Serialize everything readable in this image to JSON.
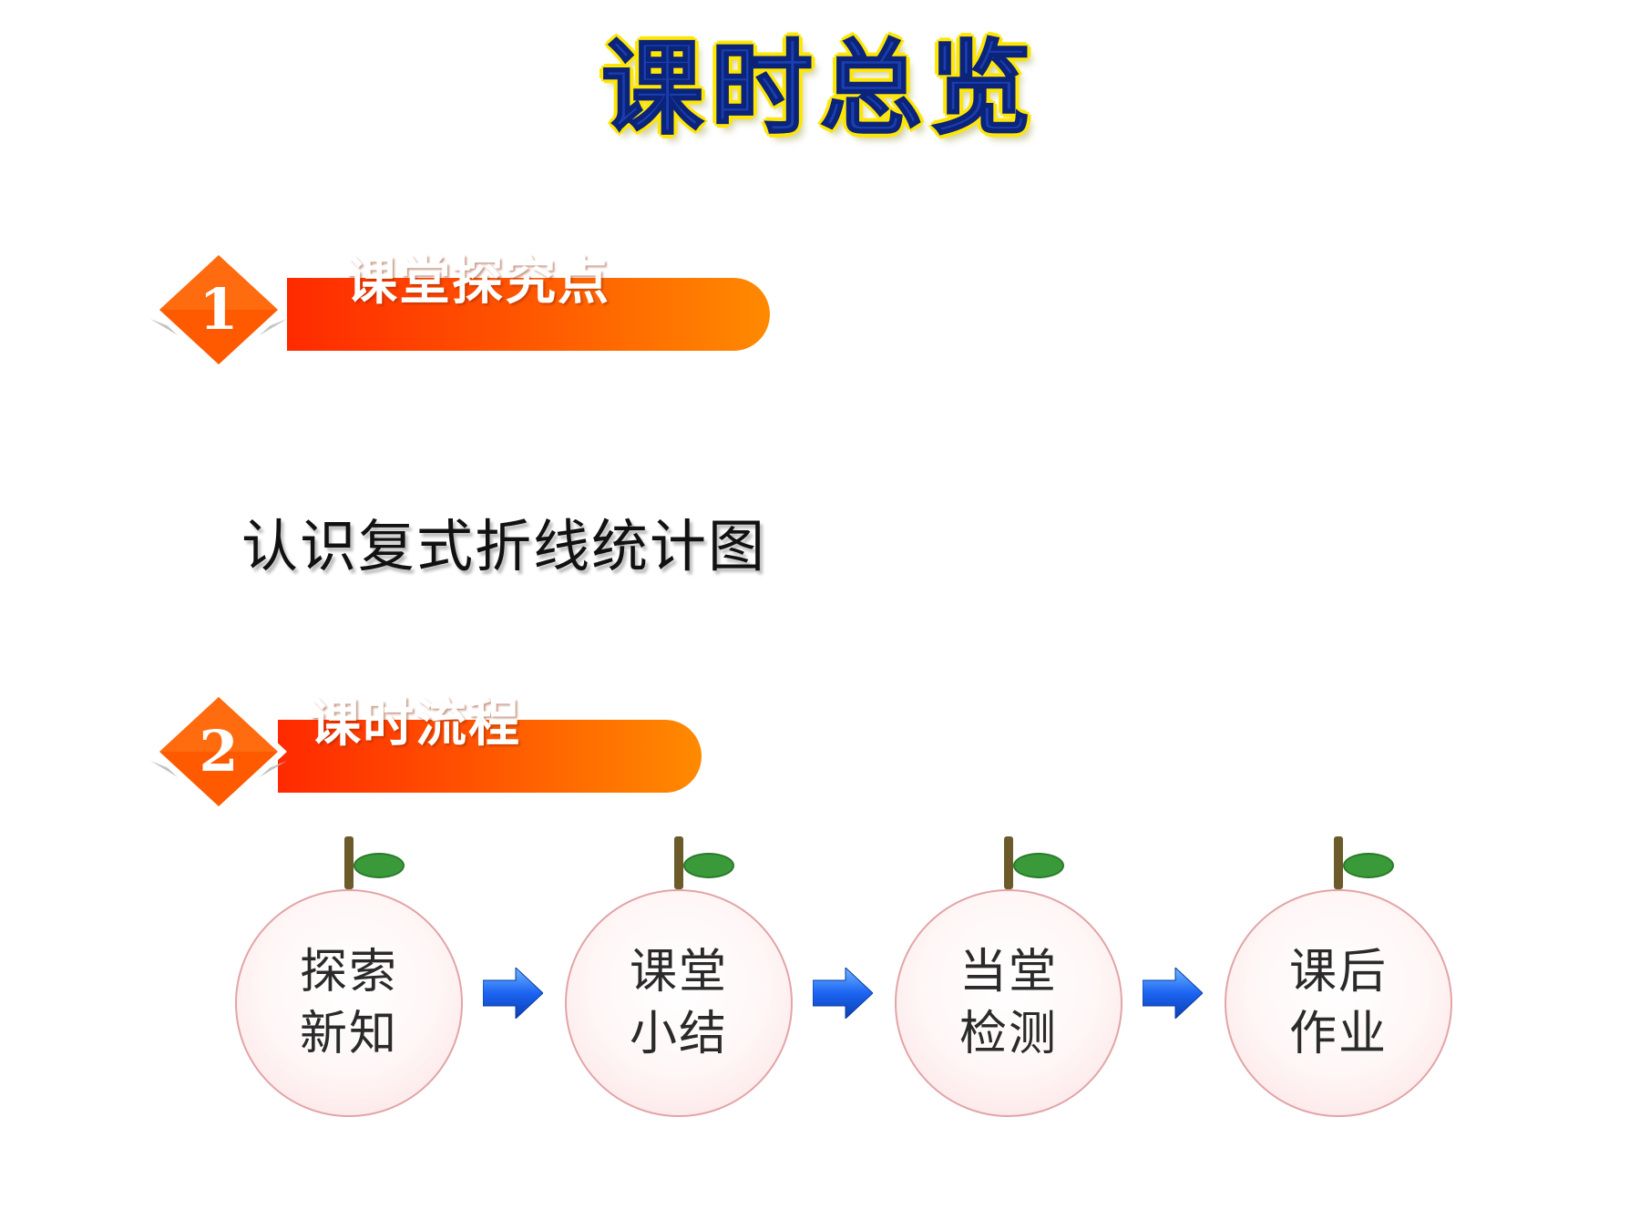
{
  "title": "课时总览",
  "sections": [
    {
      "number": "1",
      "label": "课堂探究点"
    },
    {
      "number": "2",
      "label": "课时流程"
    }
  ],
  "topic": "认识复式折线统计图",
  "flow": {
    "steps": [
      {
        "line1": "探索",
        "line2": "新知"
      },
      {
        "line1": "课堂",
        "line2": "小结"
      },
      {
        "line1": "当堂",
        "line2": "检测"
      },
      {
        "line1": "课后",
        "line2": "作业"
      }
    ],
    "arrow_icon": "right-arrow-icon"
  },
  "colors": {
    "title_fill": "#1a3fb0",
    "title_outline": "#ffe600",
    "header_orange": "#ff5200",
    "diamond_orange": "#ff5a00",
    "leaf_green": "#3a9a3a",
    "stem_brown": "#6b5a2a",
    "arrow_blue": "#1c64f2",
    "bubble_border": "#e2a4a8"
  }
}
